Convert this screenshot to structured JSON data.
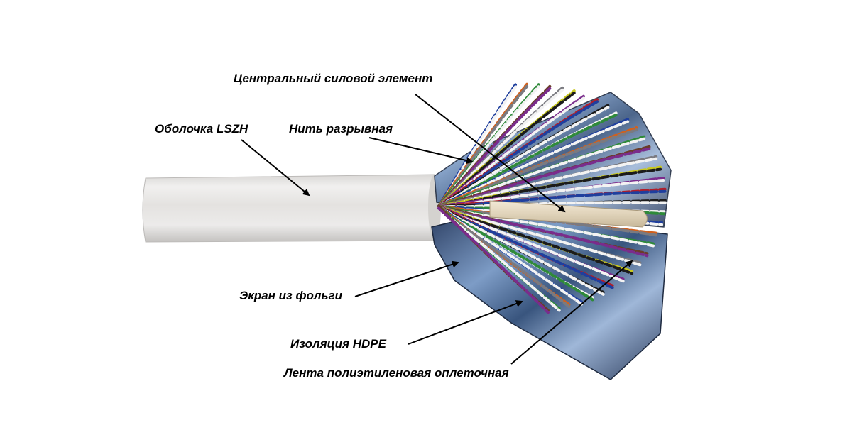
{
  "labels": {
    "central_strength_member": "Центральный силовой элемент",
    "sheath": "Оболочка LSZH",
    "rip_cord": "Нить разрывная",
    "foil_shield": "Экран из фольги",
    "insulation": "Изоляция HDPE",
    "binder_tape": "Лента полиэтиленовая оплеточная"
  },
  "colors": {
    "sheath": "#e8e6e4",
    "foil": "#4d6a93",
    "central_member": "#e2d6c0",
    "wire_palette": [
      "#1f3f9e",
      "#d2601c",
      "#2f8a3a",
      "#6a3d2a",
      "#7a7a80",
      "#c8c820",
      "#7a2c8c",
      "#b01e2a",
      "#1b1b1b",
      "#f3f3f3"
    ]
  }
}
